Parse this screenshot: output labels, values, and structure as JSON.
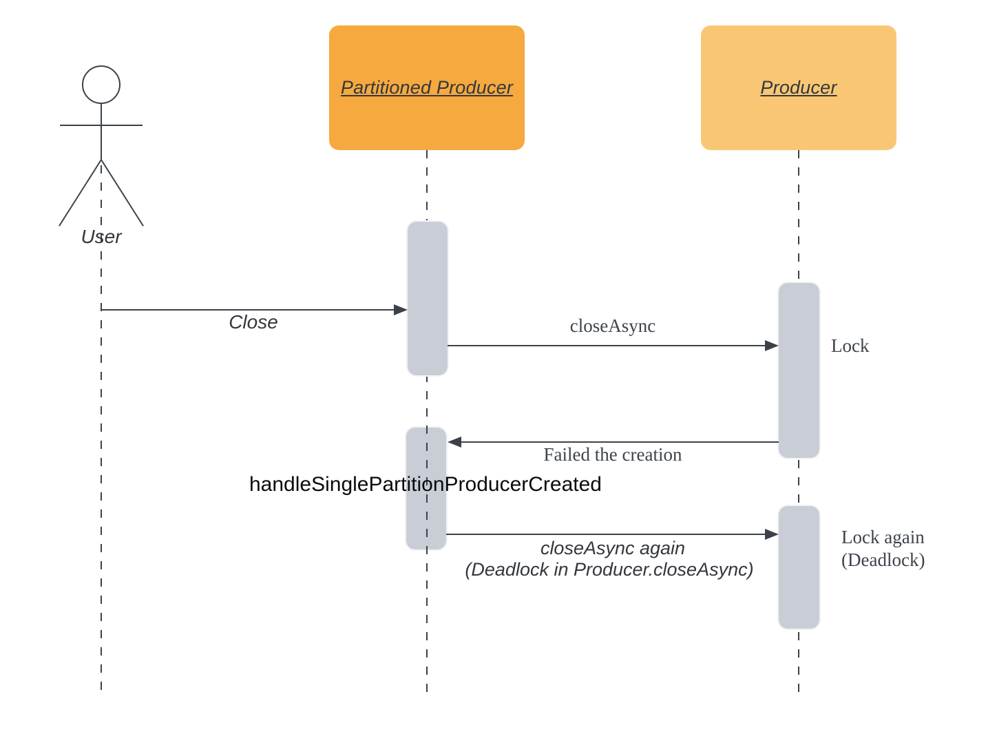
{
  "colors": {
    "line": "#3b414b",
    "activation": "#c9ced6",
    "background": "#ffffff"
  },
  "actor": {
    "label": "User"
  },
  "participants": {
    "partitioned_producer": {
      "label": "Partitioned Producer",
      "fill": "#f5a93e"
    },
    "producer": {
      "label": "Producer",
      "fill": "#f9c774"
    }
  },
  "messages": {
    "close": {
      "label": "Close"
    },
    "close_async": {
      "label": "closeAsync"
    },
    "failed_creation": {
      "label": "Failed the creation"
    },
    "handle_created": {
      "label": "handleSinglePartitionProducerCreated"
    },
    "close_async_again": {
      "label": "closeAsync again",
      "sublabel": "(Deadlock in Producer.closeAsync)"
    }
  },
  "notes": {
    "lock": {
      "label": "Lock"
    },
    "lock_again": {
      "label_line1": "Lock again",
      "label_line2": "(Deadlock)"
    }
  }
}
